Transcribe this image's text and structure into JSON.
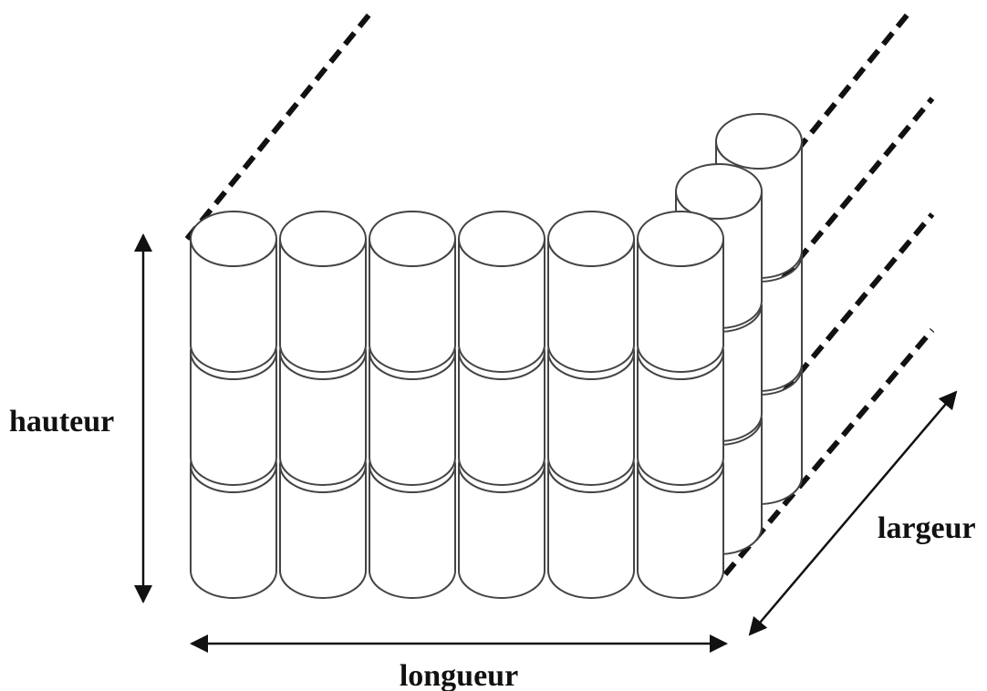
{
  "labels": {
    "height": "hauteur",
    "length": "longueur",
    "width": "largeur"
  },
  "grid": {
    "columns": 6,
    "layers": 3,
    "back_stacks": 2
  },
  "colors": {
    "outline": "#444444",
    "dashes": "#111111",
    "fill": "#ffffff"
  }
}
